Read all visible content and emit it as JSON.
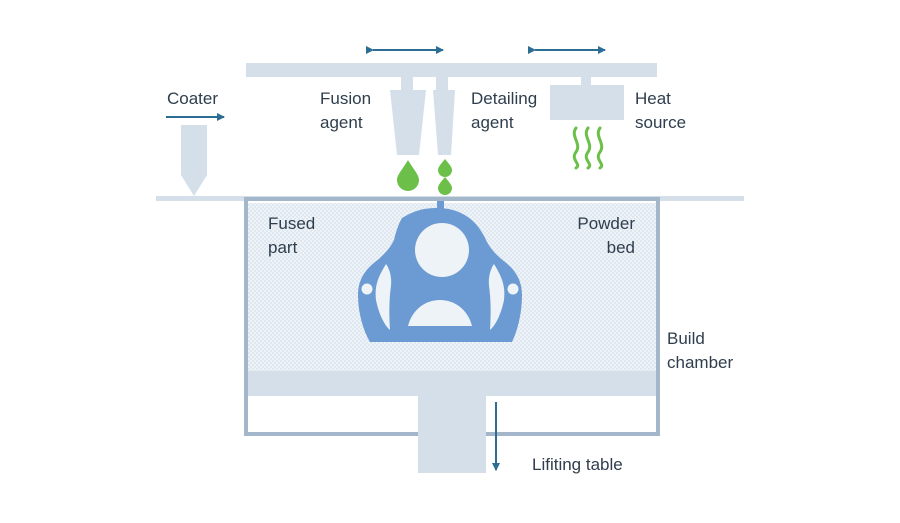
{
  "labels": {
    "coater": "Coater",
    "fusion_agent_1": "Fusion",
    "fusion_agent_2": "agent",
    "detailing_agent_1": "Detailing",
    "detailing_agent_2": "agent",
    "heat_source_1": "Heat",
    "heat_source_2": "source",
    "fused_part_1": "Fused",
    "fused_part_2": "part",
    "powder_bed_1": "Powder",
    "powder_bed_2": "bed",
    "build_chamber_1": "Build",
    "build_chamber_2": "chamber",
    "lifting_table": "Lifiting table"
  },
  "colors": {
    "component_fill": "#d4dfea",
    "chamber_stroke": "#a3b6ca",
    "part_blue": "#6b9bd2",
    "agent_green": "#6cc04a",
    "arrow_blue": "#2c6d94",
    "powder_dots": "#c9d6e6"
  }
}
